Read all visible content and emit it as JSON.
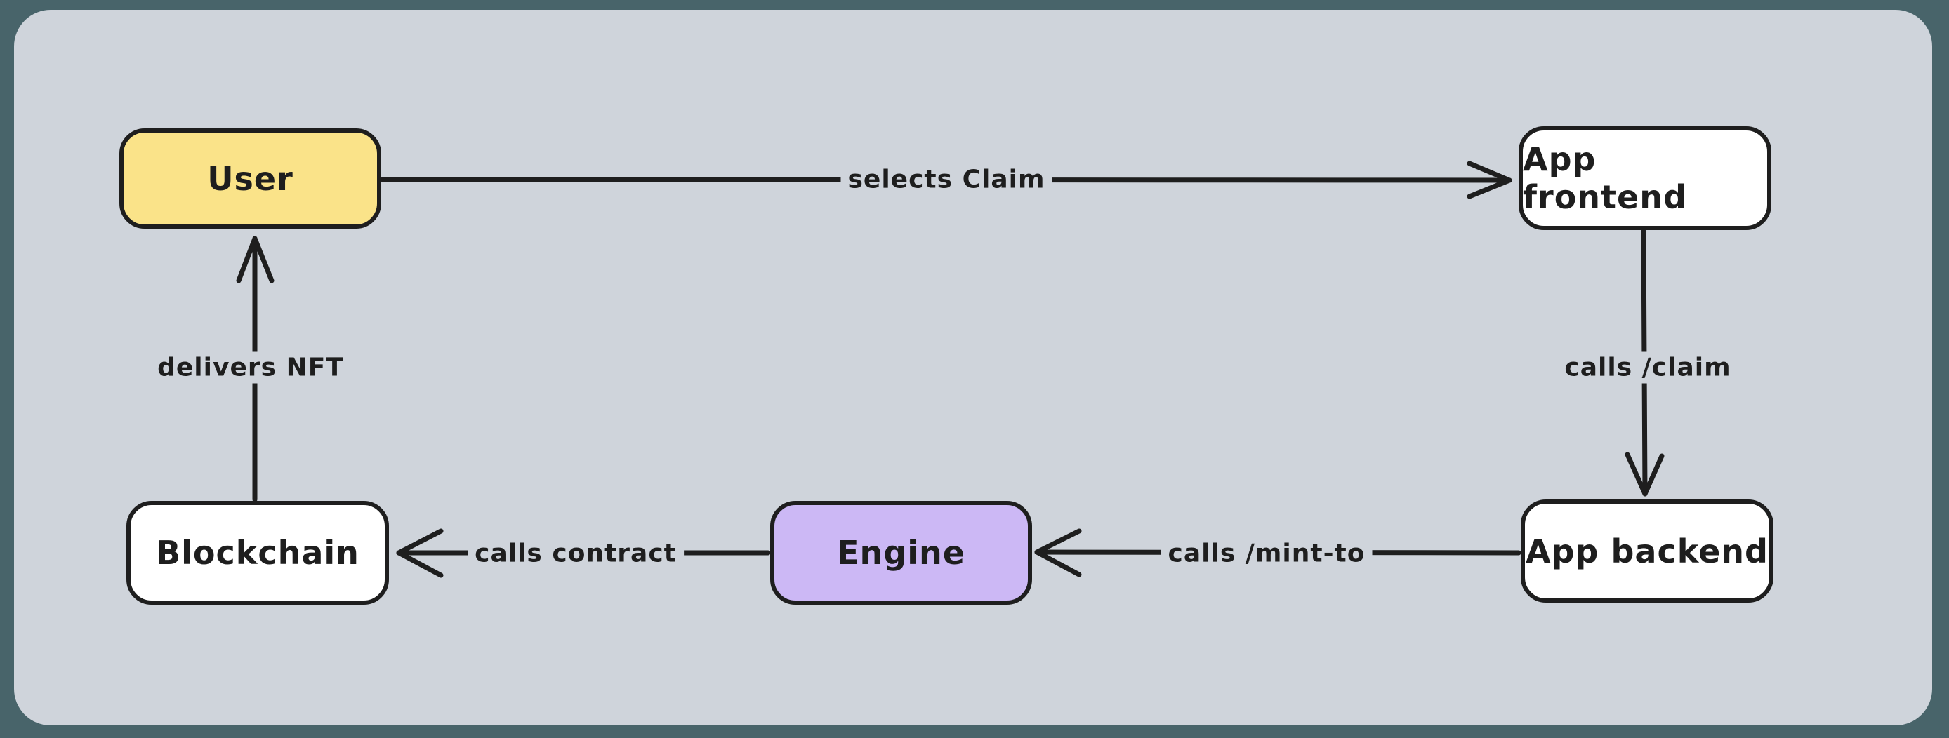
{
  "diagram": {
    "nodes": {
      "user": {
        "label": "User",
        "fill": "#fae389"
      },
      "app_frontend": {
        "label": "App frontend",
        "fill": "#ffffff"
      },
      "app_backend": {
        "label": "App backend",
        "fill": "#ffffff"
      },
      "engine": {
        "label": "Engine",
        "fill": "#ccb8f5"
      },
      "blockchain": {
        "label": "Blockchain",
        "fill": "#ffffff"
      }
    },
    "edges": {
      "selects_claim": {
        "label": "selects Claim",
        "from": "User",
        "to": "App frontend"
      },
      "calls_claim": {
        "label": "calls /claim",
        "from": "App frontend",
        "to": "App backend"
      },
      "calls_mint_to": {
        "label": "calls /mint-to",
        "from": "App backend",
        "to": "Engine"
      },
      "calls_contract": {
        "label": "calls contract",
        "from": "Engine",
        "to": "Blockchain"
      },
      "delivers_nft": {
        "label": "delivers NFT",
        "from": "Blockchain",
        "to": "User"
      }
    },
    "colors": {
      "frame": "#48646a",
      "canvas": "#cfd4db",
      "stroke": "#1e1e1e"
    }
  }
}
